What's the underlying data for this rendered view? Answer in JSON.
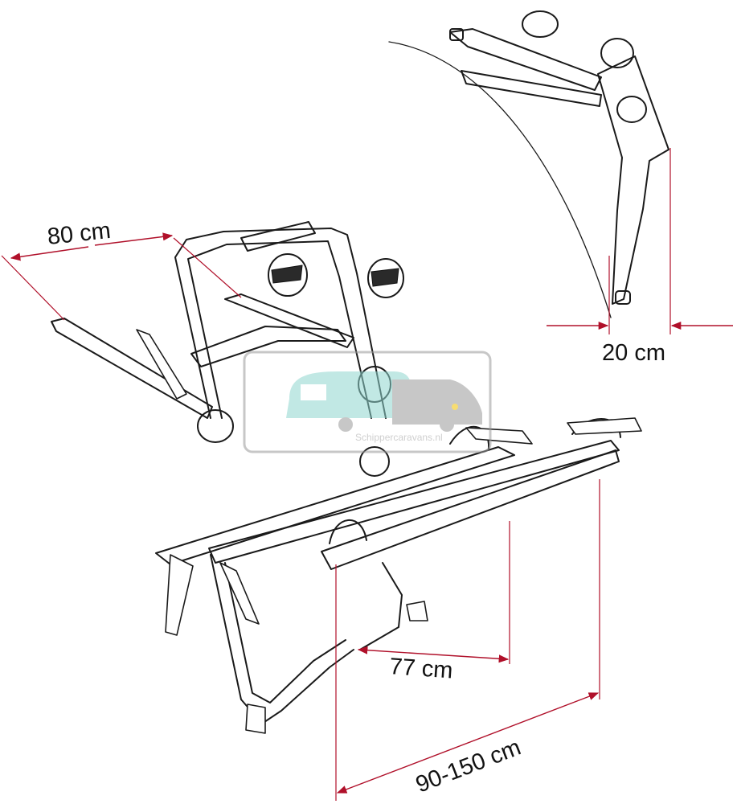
{
  "dimensions": {
    "width_label": "80 cm",
    "depth_label": "20 cm",
    "rail_label": "77 cm",
    "adjust_label": "90-150 cm"
  },
  "watermark": {
    "text": "Schippercaravans.nl",
    "icon": "caravan-and-camper-icon"
  },
  "colors": {
    "dimension_lines": "#b0102a",
    "drawing": "#1a1a1a",
    "watermark_caravan": "#8fd6cf",
    "watermark_camper": "#9a9a9a"
  }
}
